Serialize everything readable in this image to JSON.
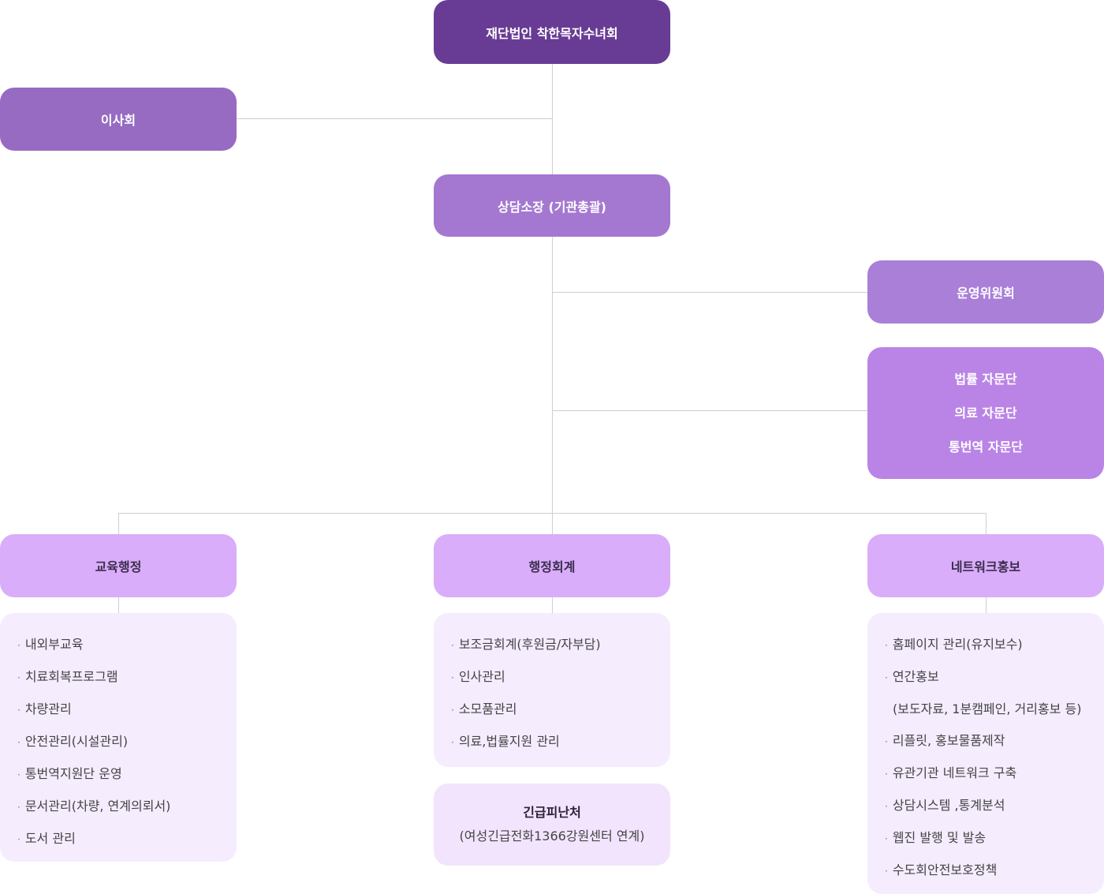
{
  "org": {
    "top": "재단법인 착한목자수녀회",
    "board": "이사회",
    "director": "상담소장 (기관총괄)",
    "committee": "운영위원회",
    "advisory": [
      "법률 자문단",
      "의료 자문단",
      "통번역 자문단"
    ]
  },
  "departments": [
    {
      "title": "교육행정",
      "items": [
        {
          "text": "내외부교육",
          "bullet": true
        },
        {
          "text": "치료회복프로그램",
          "bullet": true
        },
        {
          "text": "차량관리",
          "bullet": true
        },
        {
          "text": "안전관리(시설관리)",
          "bullet": true
        },
        {
          "text": "통번역지원단 운영",
          "bullet": true
        },
        {
          "text": "문서관리(차량, 연계의뢰서)",
          "bullet": true
        },
        {
          "text": "도서 관리",
          "bullet": true
        }
      ]
    },
    {
      "title": "행정회계",
      "items": [
        {
          "text": "보조금회계(후원금/자부담)",
          "bullet": true
        },
        {
          "text": "인사관리",
          "bullet": true
        },
        {
          "text": "소모품관리",
          "bullet": true
        },
        {
          "text": "의료,법률지원 관리",
          "bullet": true
        }
      ]
    },
    {
      "title": "네트워크홍보",
      "items": [
        {
          "text": "홈페이지 관리(유지보수)",
          "bullet": true
        },
        {
          "text": "연간홍보",
          "bullet": true
        },
        {
          "text": "(보도자료, 1분캠페인, 거리홍보 등)",
          "bullet": false
        },
        {
          "text": "리플릿, 홍보물품제작",
          "bullet": true
        },
        {
          "text": "유관기관 네트워크 구축",
          "bullet": true
        },
        {
          "text": "상담시스템 ,통계분석",
          "bullet": true
        },
        {
          "text": "웹진 발행 및 발송",
          "bullet": true
        },
        {
          "text": "수도회안전보호정책",
          "bullet": true
        }
      ]
    }
  ],
  "emergency": {
    "title": "긴급피난처",
    "subtitle": "(여성긴급전화1366강원센터 연계)"
  },
  "bullet_char": "·",
  "colors": {
    "top": "#683c94",
    "board": "#976bc2",
    "director": "#a478d0",
    "committee": "#a97fd8",
    "advisory": "#b984e6",
    "department": "#d9adfa",
    "panel": "#f5ecfe",
    "connector": "#cfcfd4"
  }
}
